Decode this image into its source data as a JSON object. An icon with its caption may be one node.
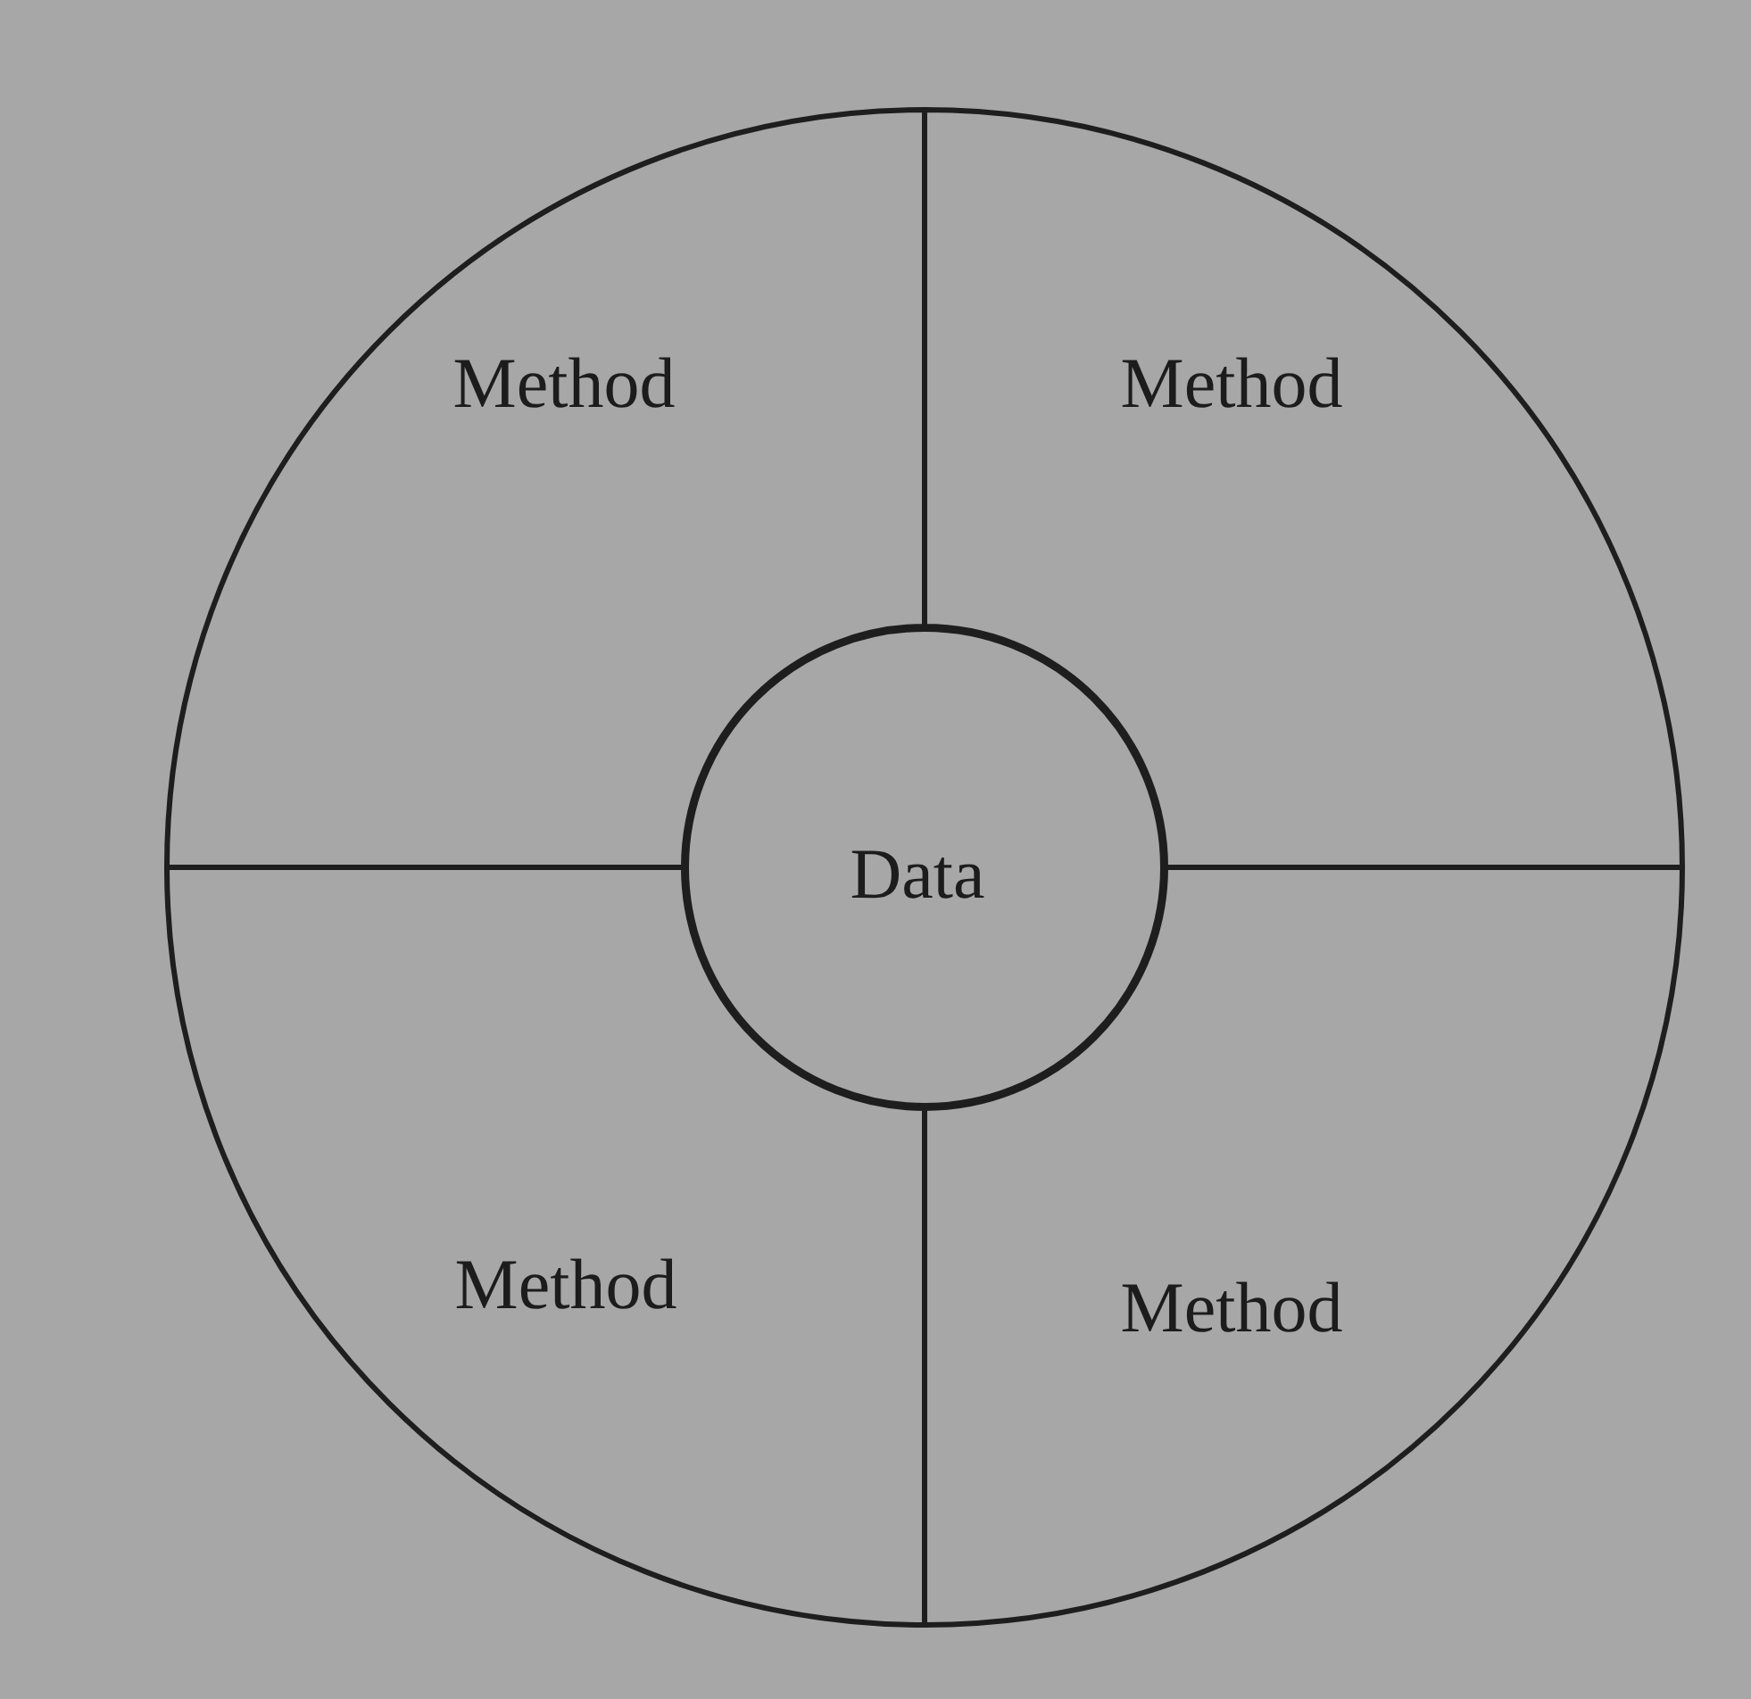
{
  "diagram": {
    "nodes": [
      {
        "text": [
          "Method"
        ]
      },
      {
        "text": [
          "Method"
        ]
      },
      {
        "text": [
          "Data"
        ]
      },
      {
        "text": [
          "Method"
        ]
      },
      {
        "text": [
          "Method"
        ]
      }
    ]
  }
}
